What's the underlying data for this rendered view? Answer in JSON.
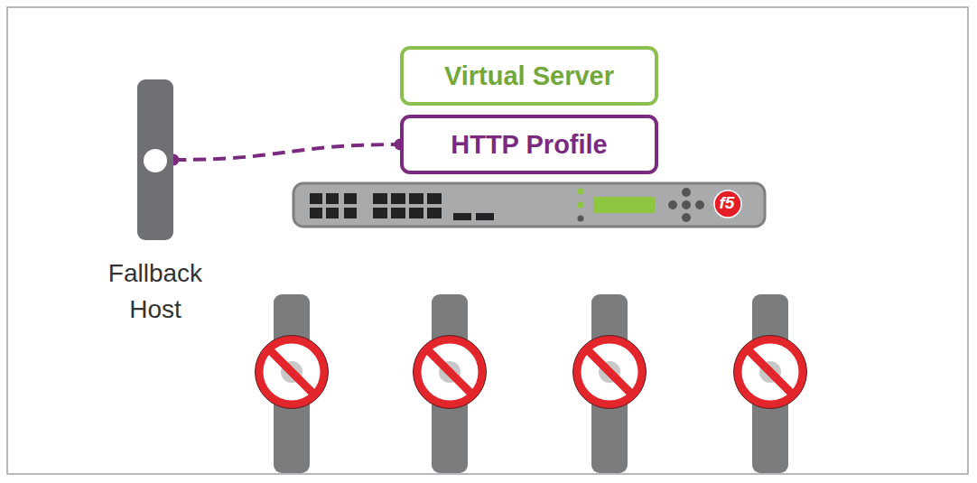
{
  "diagram": {
    "nodes": [
      {
        "text": [
          "Virtual Server"
        ]
      },
      {
        "text": [
          "HTTP Profile"
        ]
      },
      {
        "text": [
          "Fallback Host"
        ]
      }
    ],
    "edges": [
      {
        "from": 2,
        "to": 1,
        "arrow": "none"
      }
    ],
    "labels": [
      "f5"
    ]
  }
}
